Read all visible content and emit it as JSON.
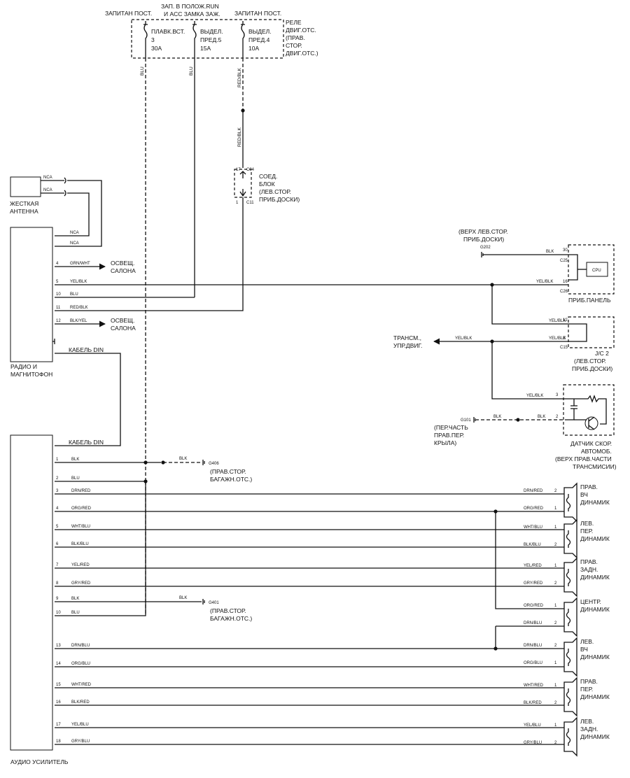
{
  "fuse_block": {
    "head_left": "ЗАПИТАН ПОСТ.",
    "head_mid_1": "ЗАП. В ПОЛОЖ.RUN",
    "head_mid_2": "И ACC ЗАМКА ЗАЖ.",
    "head_right": "ЗАПИТАН ПОСТ.",
    "relay": [
      "РЕЛЕ",
      "ДВИГ.ОТС.",
      "(ПРАВ.",
      "СТОР.",
      "ДВИГ.ОТС.)"
    ],
    "fuses": [
      {
        "l1": "ПЛАВК.ВСТ.",
        "l2": "3",
        "l3": "30A"
      },
      {
        "l1": "ВЫДЕЛ.",
        "l2": "ПРЕД.5",
        "l3": "15A"
      },
      {
        "l1": "ВЫДЕЛ.",
        "l2": "ПРЕД.4",
        "l3": "10A"
      }
    ]
  },
  "wires": {
    "blu": "BLU",
    "redblk": "RED/BLK",
    "blk": "BLK",
    "nca": "NCA",
    "yelblk": "YEL/BLK"
  },
  "junction": {
    "top_num": "17",
    "top_conn": "C84",
    "bot_num": "1",
    "bot_conn": "C11",
    "label": [
      "СОЕД.",
      "БЛОК",
      "(ЛЕВ.СТОР.",
      "ПРИБ.ДОСКИ)"
    ]
  },
  "antenna": {
    "label": [
      "ЖЕСТКАЯ",
      "АНТЕННА"
    ]
  },
  "radio": {
    "label": [
      "РАДИО И",
      "МАГНИТОФОН"
    ],
    "pins": [
      {
        "num": "4",
        "wire": "GRN/WHT"
      },
      {
        "num": "5",
        "wire": "YEL/BLK"
      },
      {
        "num": "10",
        "wire": "BLU"
      },
      {
        "num": "11",
        "wire": "RED/BLK"
      },
      {
        "num": "12",
        "wire": "BLK/YEL"
      }
    ],
    "light_1": [
      "ОСВЕЩ.",
      "САЛОНА"
    ],
    "light_2": [
      "ОСВЕЩ.",
      "САЛОНА"
    ]
  },
  "din_cable": "КАБЕЛЬ DIN",
  "instrument_panel": {
    "ground_note": [
      "(ВЕРХ ЛЕВ.СТОР.",
      "ПРИБ.ДОСКИ)"
    ],
    "ground": "G202",
    "pin_a": "30",
    "conn_a": "C25",
    "pin_b": "16",
    "conn_b": "C26",
    "cpu": "CPU",
    "label": "ПРИБ.ПАНЕЛЬ"
  },
  "jc2": {
    "pin_a": "12",
    "pin_b": "B",
    "conn": "C15",
    "label": [
      "J/C 2",
      "(ЛЕВ.СТОР.",
      "ПРИБ.ДОСКИ)"
    ]
  },
  "transmission": [
    "ТРАНСМ.,",
    "УПР.ДВИГ."
  ],
  "speed_sensor": {
    "pin_a": "3",
    "pin_b": "2",
    "ground": "G101",
    "ground_note": [
      "(ПЕР.ЧАСТЬ",
      "ПРАВ.ПЕР.",
      "КРЫЛА)"
    ],
    "label": [
      "ДАТЧИК СКОР.",
      "АВТОМОБ.",
      "(ВЕРХ ПРАВ.ЧАСТИ",
      "ТРАНСМИСИИ)"
    ]
  },
  "amplifier": {
    "label": "АУДИО УСИЛИТЕЛЬ",
    "pins": [
      {
        "num": "1",
        "wire": "BLK"
      },
      {
        "num": "2",
        "wire": "BLU"
      },
      {
        "num": "3",
        "wire": "DRN/RED"
      },
      {
        "num": "4",
        "wire": "ORG/RED"
      },
      {
        "num": "5",
        "wire": "WHT/BLU"
      },
      {
        "num": "6",
        "wire": "BLK/BLU"
      },
      {
        "num": "7",
        "wire": "YEL/RED"
      },
      {
        "num": "8",
        "wire": "GRY/RED"
      },
      {
        "num": "9",
        "wire": "BLK"
      },
      {
        "num": "10",
        "wire": "BLU"
      },
      {
        "num": "13",
        "wire": "DRN/BLU"
      },
      {
        "num": "14",
        "wire": "ORG/BLU"
      },
      {
        "num": "15",
        "wire": "WHT/RED"
      },
      {
        "num": "16",
        "wire": "BLK/RED"
      },
      {
        "num": "17",
        "wire": "YEL/BLU"
      },
      {
        "num": "18",
        "wire": "GRY/BLU"
      }
    ]
  },
  "grounds": {
    "g406": "G406",
    "g406_note": [
      "(ПРАВ.СТОР.",
      "БАГАЖН.ОТС.)"
    ],
    "g401": "G401",
    "g401_note": [
      "(ПРАВ.СТОР.",
      "БАГАЖН.ОТС.)"
    ]
  },
  "speakers": [
    {
      "label": [
        "ПРАВ.",
        "ВЧ",
        "ДИНАМИК"
      ],
      "w1": "DRN/RED",
      "p1": "2",
      "w2": "ORG/RED",
      "p2": "1"
    },
    {
      "label": [
        "ЛЕВ.",
        "ПЕР.",
        "ДИНАМИК"
      ],
      "w1": "WHT/BLU",
      "p1": "1",
      "w2": "BLK/BLU",
      "p2": "2"
    },
    {
      "label": [
        "ПРАВ.",
        "ЗАДН.",
        "ДИНАМИК"
      ],
      "w1": "YEL/RED",
      "p1": "1",
      "w2": "GRY/RED",
      "p2": "2"
    },
    {
      "label": [
        "ЦЕНТР.",
        "ДИНАМИК"
      ],
      "w1": "ORG/RED",
      "p1": "1",
      "w2": "DRN/BLU",
      "p2": "2"
    },
    {
      "label": [
        "ЛЕВ.",
        "ВЧ",
        "ДИНАМИК"
      ],
      "w1": "DRN/BLU",
      "p1": "2",
      "w2": "ORG/BLU",
      "p2": "1"
    },
    {
      "label": [
        "ПРАВ.",
        "ПЕР.",
        "ДИНАМИК"
      ],
      "w1": "WHT/RED",
      "p1": "1",
      "w2": "BLK/RED",
      "p2": "2"
    },
    {
      "label": [
        "ЛЕВ.",
        "ЗАДН.",
        "ДИНАМИК"
      ],
      "w1": "YEL/BLU",
      "p1": "1",
      "w2": "GRY/BLU",
      "p2": "2"
    }
  ]
}
